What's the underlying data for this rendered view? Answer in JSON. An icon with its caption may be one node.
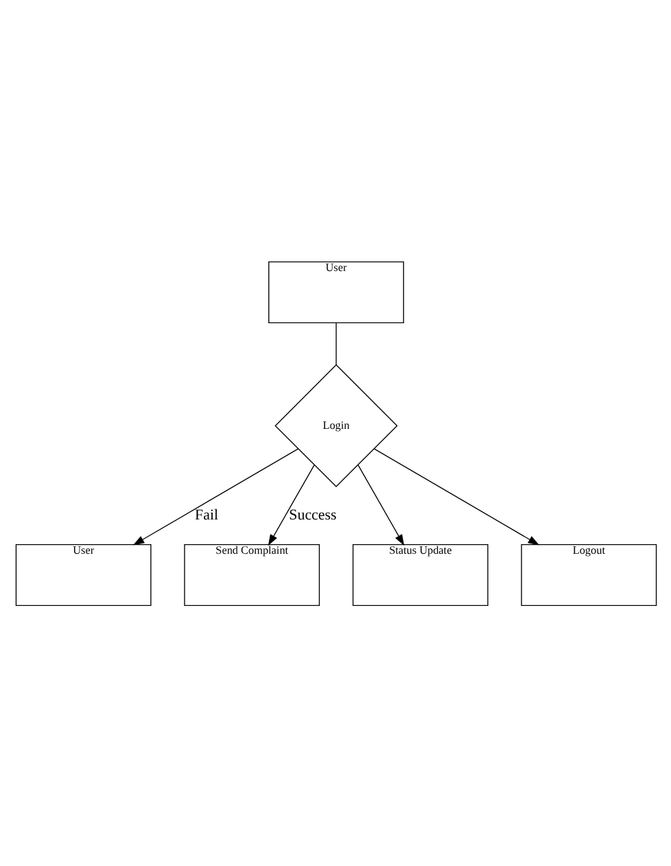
{
  "diagram": {
    "nodes": [
      {
        "text": [
          "User"
        ]
      },
      {
        "text": [
          "Login"
        ]
      },
      {
        "text": [
          "User"
        ]
      },
      {
        "text": [
          "Send Complaint"
        ]
      },
      {
        "text": [
          "Status Update"
        ]
      },
      {
        "text": [
          "Logout"
        ]
      }
    ],
    "edges": [
      {
        "from": 0,
        "to": 1,
        "arrow": "none"
      },
      {
        "from": 1,
        "to": 2,
        "arrow": "to",
        "label": "Fail"
      },
      {
        "from": 1,
        "to": 3,
        "arrow": "to",
        "label": "Success"
      },
      {
        "from": 1,
        "to": 4,
        "arrow": "to"
      },
      {
        "from": 1,
        "to": 5,
        "arrow": "to"
      }
    ]
  }
}
